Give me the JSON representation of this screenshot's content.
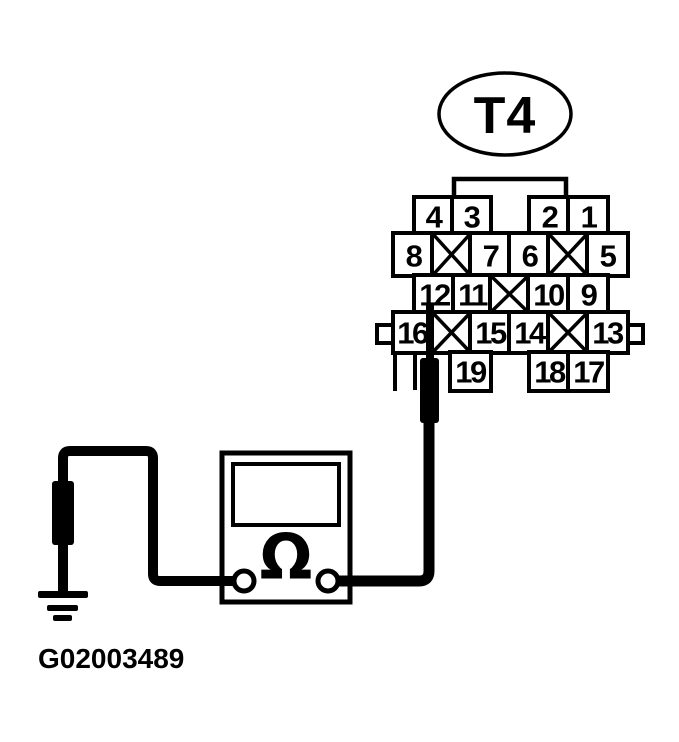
{
  "figure": {
    "code": "G02003489"
  },
  "connector": {
    "label": "T4",
    "rows": {
      "row1": [
        "4",
        "3",
        "2",
        "1"
      ],
      "row2": [
        "8",
        "7",
        "6",
        "5"
      ],
      "row3": [
        "12",
        "11",
        "10",
        "9"
      ],
      "row4": [
        "16",
        "15",
        "14",
        "13"
      ],
      "row5": [
        "19",
        "18",
        "17"
      ]
    },
    "crossed_cells": [
      "row2 between 8 and 7",
      "row2 between 6 and 5",
      "row3 between 11 and 10",
      "row4 between 16 and 15",
      "row4 between 14 and 13"
    ],
    "probe_inserted_pin": "12"
  },
  "meter": {
    "mode_symbol": "Ω",
    "display_text": ""
  },
  "colors": {
    "ink": "#000000",
    "background": "#ffffff"
  }
}
